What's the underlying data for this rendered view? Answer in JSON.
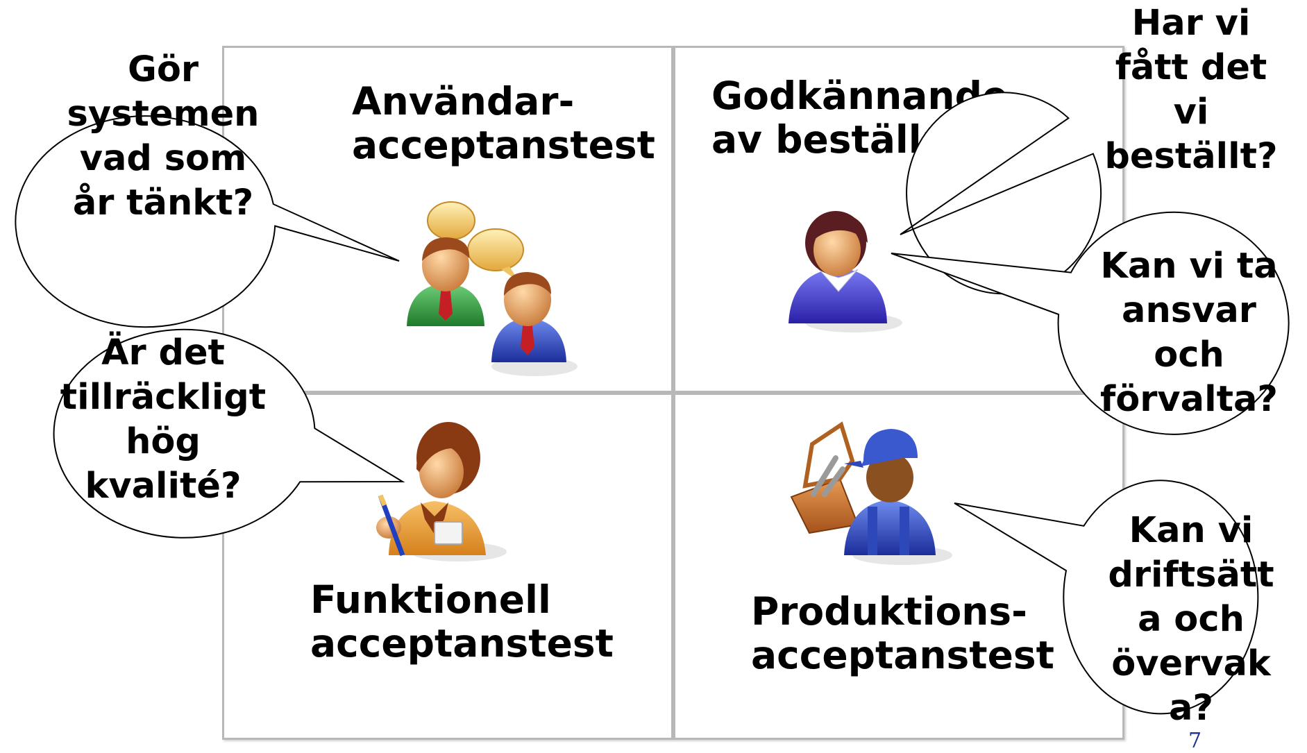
{
  "quadrants": {
    "top_left": {
      "label": "Användar-\nacceptanstest"
    },
    "top_right": {
      "label": "Godkännande\nav beställaren"
    },
    "bottom_left": {
      "label": "Funktionell\nacceptanstest"
    },
    "bottom_right": {
      "label": "Produktions-\nacceptanstest"
    }
  },
  "bubbles": {
    "gor_systemen": "Gör\nsystemen\nvad som\når tänkt?",
    "ar_det": "Är det\ntillräckligt\nhög\nkvalité?",
    "har_vi": "Har vi\nfått det\nvi\nbeställt?",
    "kan_vi_ta": "Kan vi ta\nansvar\noch\nförvalta?",
    "kan_vi_drift": "Kan vi\ndriftsätt\na och\növervak\na?"
  },
  "page_number": "7",
  "icons": {
    "top_left": "two-users-talking-icon",
    "top_right": "customer-woman-icon",
    "bottom_left": "tester-woman-icon",
    "bottom_right": "worker-toolbox-icon"
  }
}
